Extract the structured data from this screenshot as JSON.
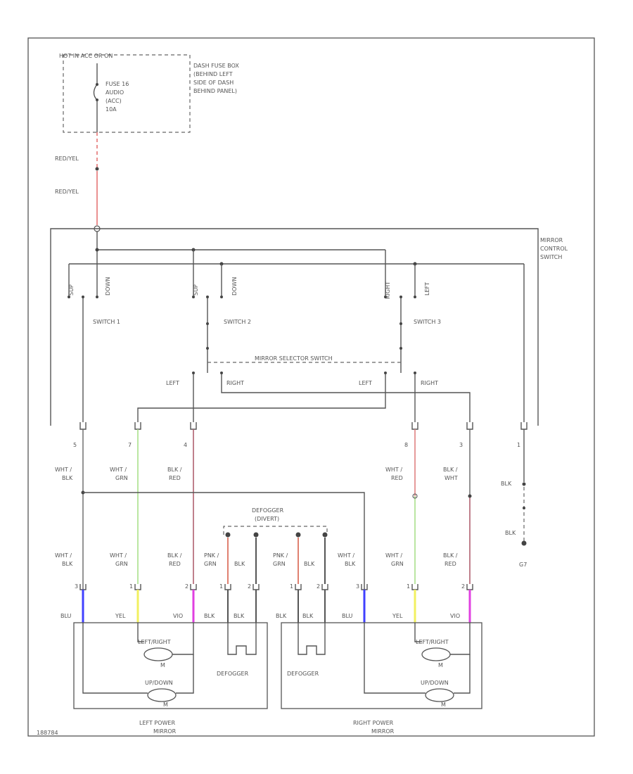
{
  "fuse_box": {
    "hot_label": "HOT IN ACC OR ON",
    "fuse_lines": [
      "FUSE 16",
      "AUDIO",
      "(ACC)",
      "10A"
    ],
    "location_lines": [
      "DASH FUSE BOX",
      "(BEHIND LEFT",
      "SIDE OF DASH",
      "BEHIND PANEL)"
    ]
  },
  "feed_wire": {
    "upper": "RED/YEL",
    "lower": "RED/YEL"
  },
  "mirror_control_switch": [
    "MIRROR",
    "CONTROL",
    "SWITCH"
  ],
  "switch_contacts": {
    "s1": {
      "left": "SUP",
      "right": "DOWN"
    },
    "s2": {
      "left": "SUP",
      "right": "DOWN"
    },
    "s3": {
      "left": "RIGHT",
      "right": "LEFT"
    }
  },
  "switch_names": [
    "SWITCH 1",
    "SWITCH 2",
    "SWITCH 3"
  ],
  "selector_label": "MIRROR SELECTOR SWITCH",
  "selector_positions": {
    "left1": "LEFT",
    "right1": "RIGHT",
    "left2": "LEFT",
    "right2": "RIGHT"
  },
  "connector_pins": [
    "5",
    "7",
    "4",
    "8",
    "3",
    "1"
  ],
  "upper_wires": [
    [
      "WHT /",
      "BLK"
    ],
    [
      "WHT /",
      "GRN"
    ],
    [
      "BLK /",
      "RED"
    ],
    [
      "WHT /",
      "RED"
    ],
    [
      "BLK /",
      "WHT"
    ],
    [
      "BLK"
    ]
  ],
  "ground_wire": "BLK",
  "ground_ref": "G7",
  "defogger_switch": [
    "DEFOGGER",
    "(DIVERT)"
  ],
  "lower_wires": [
    [
      "WHT /",
      "BLK"
    ],
    [
      "WHT /",
      "GRN"
    ],
    [
      "BLK /",
      "RED"
    ],
    [
      "PNK /",
      "GRN"
    ],
    [
      "BLK"
    ],
    [
      "PNK /",
      "GRN"
    ],
    [
      "BLK"
    ],
    [
      "WHT /",
      "BLK"
    ],
    [
      "WHT /",
      "GRN"
    ],
    [
      "BLK /",
      "RED"
    ]
  ],
  "mirror_pins": [
    "3",
    "1",
    "2",
    "1",
    "2",
    "1",
    "2",
    "3",
    "1",
    "2"
  ],
  "mirror_wire_colors": [
    "BLU",
    "YEL",
    "VIO",
    "BLK",
    "BLK",
    "BLK",
    "BLK",
    "BLU",
    "YEL",
    "VIO"
  ],
  "left_mirror": {
    "motor1": "LEFT/RIGHT",
    "motor2": "UP/DOWN",
    "defogger": "DEFOGGER",
    "name_lines": [
      "LEFT POWER",
      "MIRROR"
    ]
  },
  "right_mirror": {
    "motor1": "LEFT/RIGHT",
    "motor2": "UP/DOWN",
    "defogger": "DEFOGGER",
    "name_lines": [
      "RIGHT POWER",
      "MIRROR"
    ]
  },
  "motor_symbol": "M",
  "footer_code": "188784",
  "colors": {
    "wire_red": "#e06060",
    "wire_green": "#a8e08a",
    "wire_darkred": "#b06070",
    "wire_pink": "#e070b0",
    "wire_blue": "#4040ff",
    "wire_yellow": "#f2f060",
    "wire_violet": "#e040e0",
    "wire_pnk": "#e08070",
    "wire_gray": "#666666"
  }
}
